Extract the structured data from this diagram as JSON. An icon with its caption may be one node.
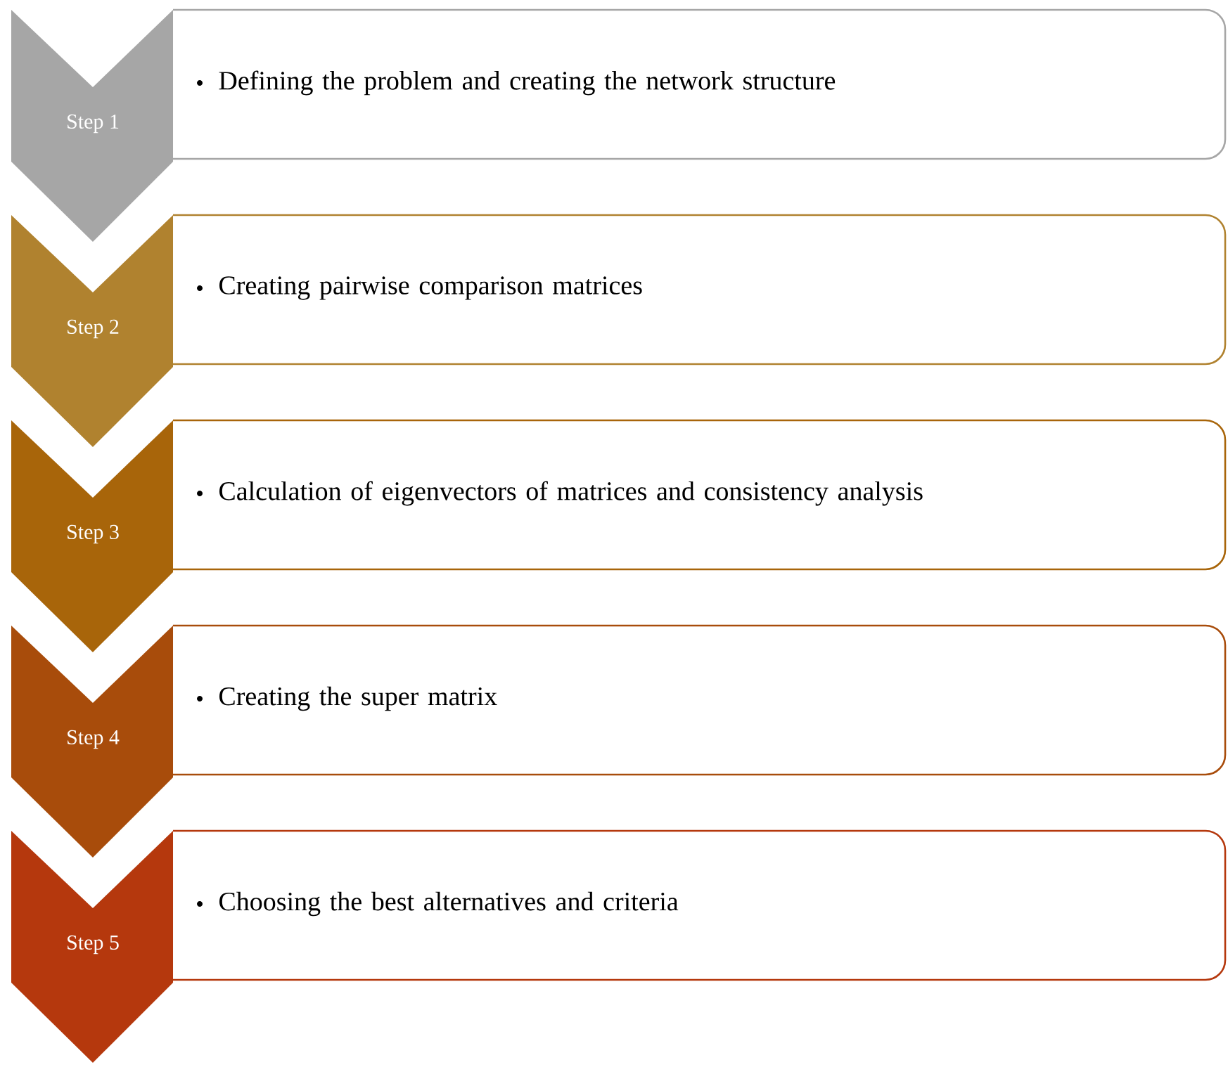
{
  "diagram": {
    "nodes": [
      {
        "text": [
          "Step 1"
        ]
      },
      {
        "text": [
          "Defining the problem and creating the network structure"
        ]
      },
      {
        "text": [
          "Step 2"
        ]
      },
      {
        "text": [
          "Creating pairwise comparison matrices"
        ]
      },
      {
        "text": [
          "Step 3"
        ]
      },
      {
        "text": [
          "Calculation of eigenvectors of matrices and consistency analysis"
        ]
      },
      {
        "text": [
          "Step 4"
        ]
      },
      {
        "text": [
          "Creating the super matrix"
        ]
      },
      {
        "text": [
          "Step 5"
        ]
      },
      {
        "text": [
          "Choosing the best alternatives and criteria"
        ]
      }
    ]
  }
}
